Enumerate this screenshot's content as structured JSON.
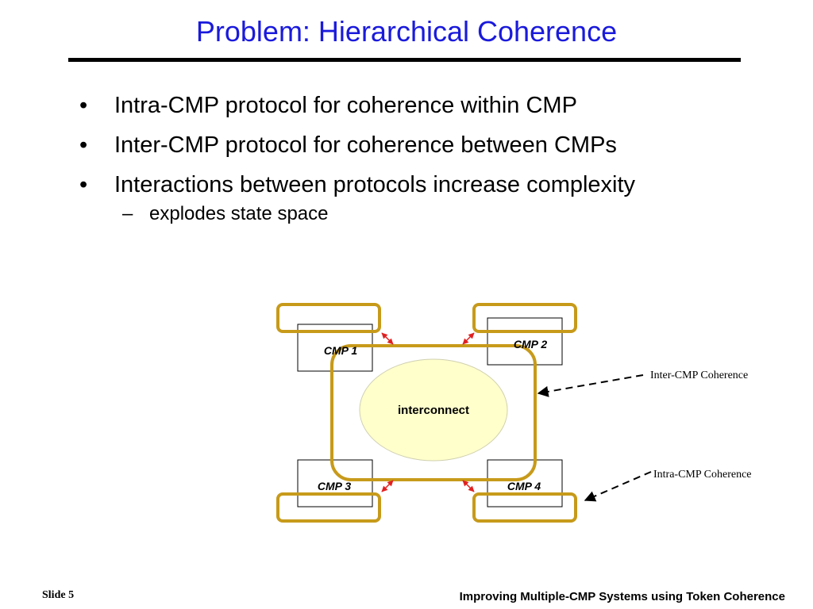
{
  "slide": {
    "title": "Problem: Hierarchical Coherence",
    "bullets": [
      {
        "marker": "•",
        "text": "Intra-CMP protocol for coherence within CMP"
      },
      {
        "marker": "•",
        "text": "Inter-CMP protocol for coherence between CMPs"
      },
      {
        "marker": "•",
        "text": "Interactions between protocols increase complexity"
      }
    ],
    "sub_bullet": {
      "marker": "–",
      "text": "explodes state space"
    }
  },
  "diagram": {
    "cmp_labels": [
      "CMP 1",
      "CMP 2",
      "CMP 3",
      "CMP 4"
    ],
    "interconnect_label": "interconnect",
    "inter_label": "Inter-CMP Coherence",
    "intra_label": "Intra-CMP Coherence",
    "colors": {
      "ring": "#c79a1a",
      "arrow": "#e02020",
      "ellipse_fill": "#ffffcc",
      "ellipse_stroke": "#d0d0b0"
    }
  },
  "footer": {
    "slide_number": "Slide 5",
    "deck_title": "Improving Multiple-CMP Systems using Token Coherence"
  }
}
